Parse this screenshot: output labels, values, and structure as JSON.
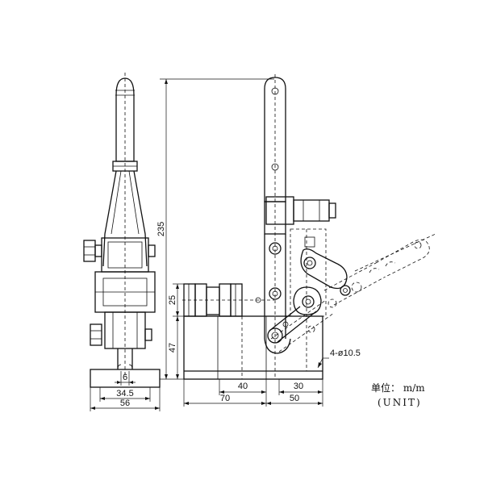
{
  "dimensions": {
    "overall_height": "235",
    "pivot_height": "25",
    "base_height": "47",
    "inner_slot": "6",
    "inner_width": "34.5",
    "base_width": "56",
    "offset_40": "40",
    "length_70": "70",
    "offset_30": "30",
    "length_50": "50",
    "holes": "4-ø10.5"
  },
  "units": {
    "label": "单位： m/m",
    "english": "(UNIT)"
  }
}
